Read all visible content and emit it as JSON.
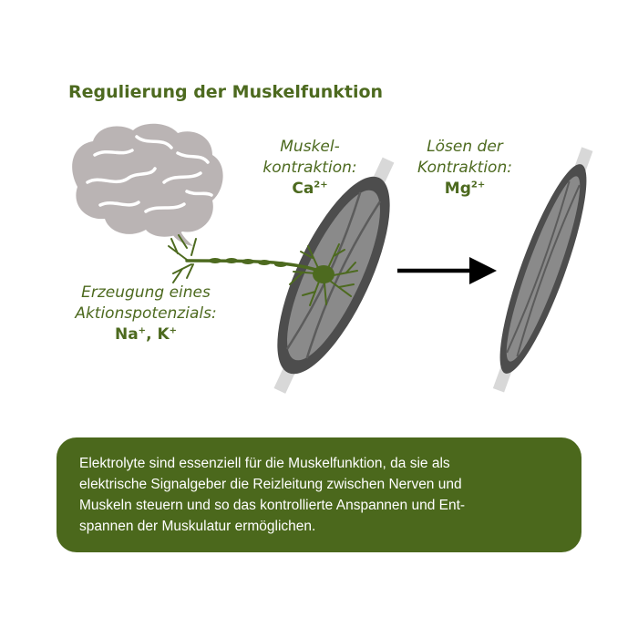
{
  "title": "Regulierung der Muskelfunktion",
  "labels": {
    "contraction": {
      "line1": "Muskel-",
      "line2": "kontraktion:",
      "ion": "Ca",
      "charge": "2+"
    },
    "release": {
      "line1": "Lösen der",
      "line2": "Kontraktion:",
      "ion": "Mg",
      "charge": "2+"
    },
    "action_potential": {
      "line1": "Erzeugung eines",
      "line2": "Aktionspotenzials:",
      "ion1": "Na",
      "charge1": "+",
      "sep": ", ",
      "ion2": "K",
      "charge2": "+"
    }
  },
  "info": {
    "lines": [
      "Elektrolyte sind essenziell für die Muskelfunktion, da sie als",
      "elektrische Signalgeber die Reizleitung zwischen Nerven und",
      "Muskeln steuern und so das kontrollierte Anspannen und Ent-",
      "spannen der Muskulatur ermöglichen."
    ]
  },
  "colors": {
    "accent_green": "#4d6a1f",
    "box_green": "#4b681c",
    "brain_gray": "#bab4b4",
    "muscle_dark": "#4d4d4d",
    "muscle_fill": "#8a8a8a",
    "tendon": "#d8d8d8"
  },
  "icons": [
    "brain-icon",
    "neuron-icon",
    "contracted-muscle-icon",
    "arrow-right-icon",
    "relaxed-muscle-icon"
  ]
}
